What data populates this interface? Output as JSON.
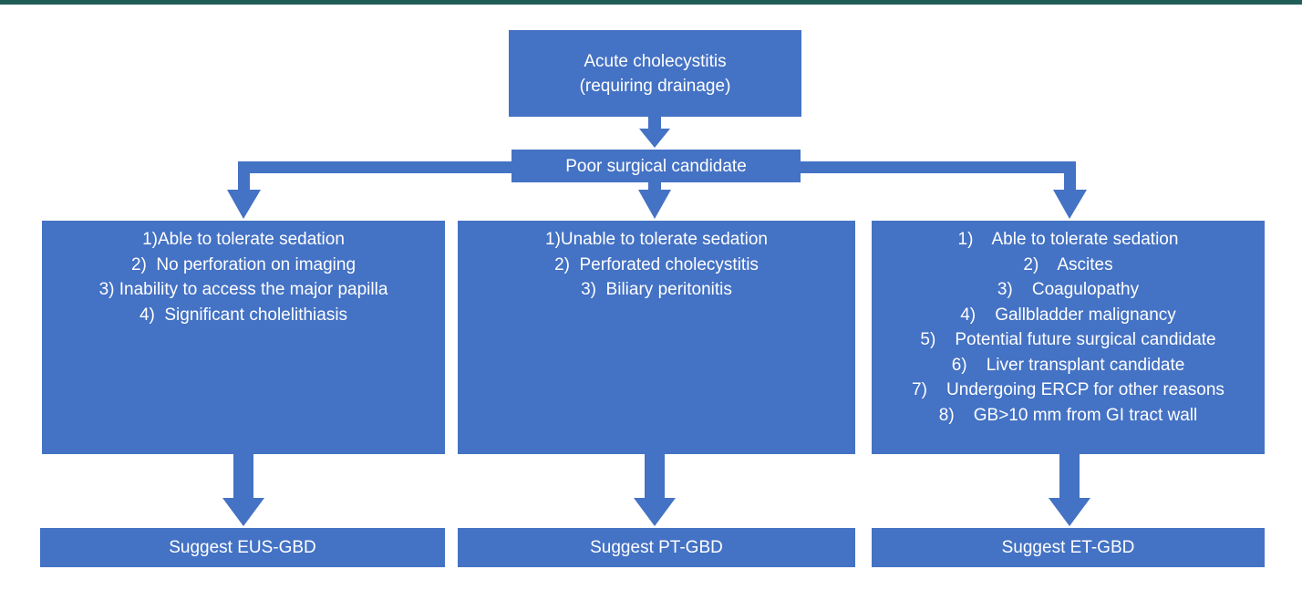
{
  "root": {
    "lines": [
      "Acute cholecystitis",
      "(requiring drainage)"
    ]
  },
  "condition": {
    "label": "Poor surgical candidate"
  },
  "branches": [
    {
      "criteria": [
        "1)Able to tolerate sedation",
        "2)  No perforation on imaging",
        "3) Inability to access the major papilla",
        "4)  Significant cholelithiasis"
      ],
      "outcome": "Suggest EUS-GBD"
    },
    {
      "criteria": [
        "1)Unable to tolerate sedation",
        "2)  Perforated cholecystitis",
        "3)  Biliary peritonitis"
      ],
      "outcome": "Suggest PT-GBD"
    },
    {
      "criteria": [
        "1)    Able to tolerate sedation",
        "2)    Ascites",
        "3)    Coagulopathy",
        "4)    Gallbladder malignancy",
        "5)    Potential future surgical candidate",
        "6)    Liver transplant candidate",
        "7)    Undergoing ERCP for other reasons",
        "8)    GB>10 mm from GI tract wall"
      ],
      "outcome": "Suggest ET-GBD"
    }
  ],
  "colors": {
    "box_fill": "#4472c4",
    "box_text": "#ffffff",
    "top_rule": "#1f5e57"
  }
}
